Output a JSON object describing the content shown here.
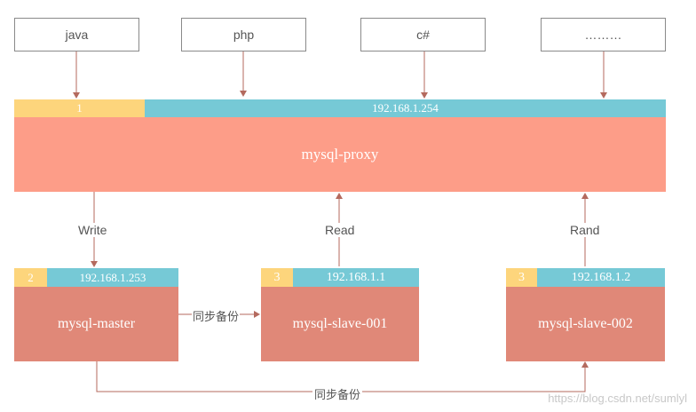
{
  "clients": [
    {
      "label": "java"
    },
    {
      "label": "php"
    },
    {
      "label": "c#"
    },
    {
      "label": "………"
    }
  ],
  "proxy": {
    "index": "1",
    "ip": "192.168.1.254",
    "name": "mysql-proxy"
  },
  "nodes": [
    {
      "index": "2",
      "ip": "192.168.1.253",
      "name": "mysql-master"
    },
    {
      "index": "3",
      "ip": "192.168.1.1",
      "name": "mysql-slave-001"
    },
    {
      "index": "3",
      "ip": "192.168.1.2",
      "name": "mysql-slave-002"
    }
  ],
  "edges": {
    "write": "Write",
    "read": "Read",
    "rand": "Rand",
    "sync1": "同步备份",
    "sync2": "同步备份"
  },
  "watermark": "https://blog.csdn.net/sumlyl",
  "colors": {
    "index_bar": "#fdd57c",
    "ip_bar": "#76c9d6",
    "proxy_body": "#fd9d88",
    "node_body": "#e08878",
    "arrow": "#b46a5e"
  }
}
